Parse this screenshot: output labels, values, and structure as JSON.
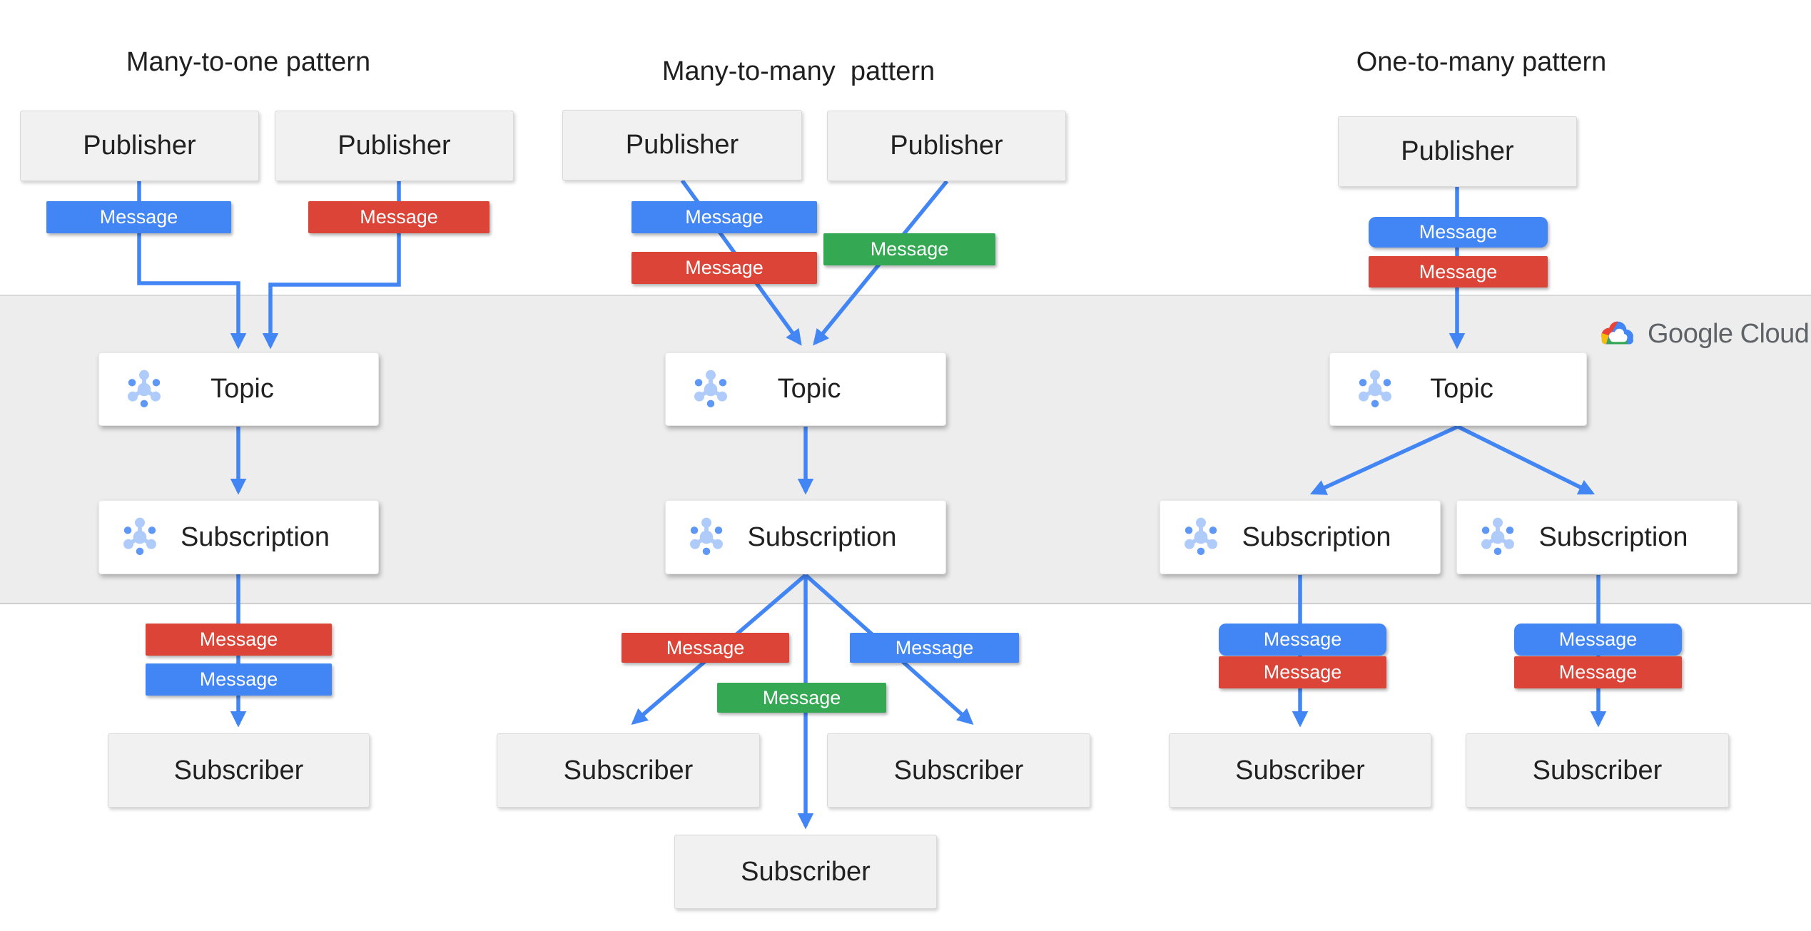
{
  "colors": {
    "blue": "#4285F4",
    "red": "#DB4437",
    "green": "#34A853",
    "band_bg": "#EDEDED",
    "node_bg": "#F1F1F1",
    "card_bg": "#FFFFFF",
    "text_dark": "#202124",
    "logo_text": "#5F6368",
    "icon_light": "#AECBFA",
    "icon_mid": "#5E97F6"
  },
  "logo": {
    "label": "Google Cloud"
  },
  "icons": {
    "topic_icon": "pubsub-topic-icon",
    "subscription_icon": "pubsub-subscription-icon",
    "cloud_icon": "google-cloud-icon"
  },
  "patterns": {
    "many_to_one": {
      "title": "Many-to-one pattern",
      "publisher_1": "Publisher",
      "publisher_2": "Publisher",
      "message_blue": "Message",
      "message_red": "Message",
      "topic": "Topic",
      "subscription": "Subscription",
      "message_red_out": "Message",
      "message_blue_out": "Message",
      "subscriber": "Subscriber"
    },
    "many_to_many": {
      "title": "Many-to-many  pattern",
      "publisher_1": "Publisher",
      "publisher_2": "Publisher",
      "message_blue": "Message",
      "message_red": "Message",
      "message_green": "Message",
      "topic": "Topic",
      "subscription": "Subscription",
      "message_red_out": "Message",
      "message_blue_out": "Message",
      "message_green_out": "Message",
      "subscriber_left": "Subscriber",
      "subscriber_right": "Subscriber",
      "subscriber_bottom": "Subscriber"
    },
    "one_to_many": {
      "title": "One-to-many pattern",
      "publisher": "Publisher",
      "message_blue": "Message",
      "message_red": "Message",
      "topic": "Topic",
      "subscription_1": "Subscription",
      "subscription_2": "Subscription",
      "sub1_message_blue": "Message",
      "sub1_message_red": "Message",
      "sub2_message_blue": "Message",
      "sub2_message_red": "Message",
      "subscriber_1": "Subscriber",
      "subscriber_2": "Subscriber"
    }
  }
}
